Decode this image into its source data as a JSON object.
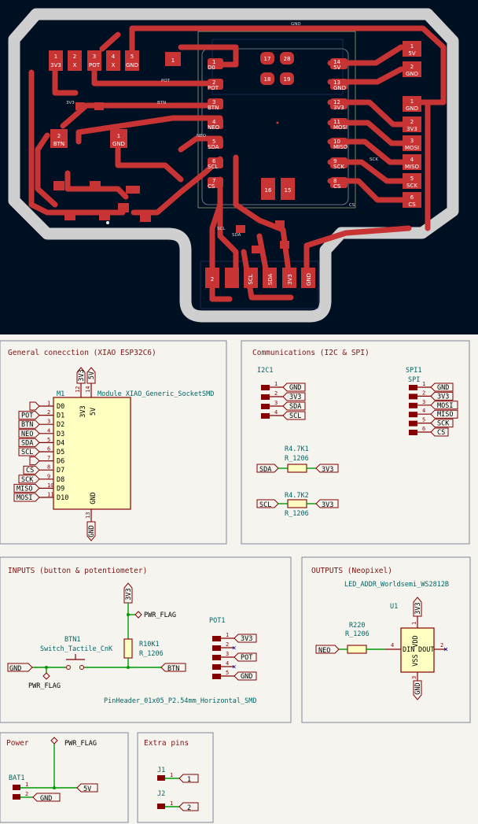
{
  "pcb": {
    "colors": {
      "background": "#001023",
      "edge": "#d0d0d0",
      "trace": "#c83434",
      "silk": "#f0f0f0"
    },
    "left_header": [
      "3V3",
      "X",
      "POT",
      "X",
      "GND"
    ],
    "left_header_nums": [
      "1",
      "2",
      "3",
      "4",
      "5"
    ],
    "single_pad": "1",
    "xiao_left": [
      "D0",
      "POT",
      "BTN",
      "NEO",
      "SDA",
      "SCL",
      "CS"
    ],
    "xiao_left_nums": [
      "1",
      "2",
      "3",
      "4",
      "5",
      "6",
      "7"
    ],
    "xiao_right": [
      "5V",
      "GND",
      "3V3",
      "MOSI",
      "MISO",
      "SCK",
      "CS"
    ],
    "xiao_right_nums": [
      "14",
      "13",
      "12",
      "11",
      "10",
      "9",
      "8"
    ],
    "xiao_center": [
      "17",
      "28",
      "18",
      "19"
    ],
    "xiao_bottom": [
      "16",
      "15"
    ],
    "power_header": [
      "5V",
      "GND"
    ],
    "spi_header": [
      "GND",
      "3V3",
      "MOSI",
      "MISO",
      "SCK",
      "CS"
    ],
    "btn_pads": [
      "BTN",
      "GND"
    ],
    "i2c_header": [
      "2",
      "SCL",
      "SDA",
      "3V3",
      "GND"
    ],
    "small_labels": [
      "GND",
      "POT",
      "3V3",
      "BTN",
      "NEO",
      "SDA",
      "SCL",
      "CS",
      "SCK"
    ]
  },
  "sheet": {
    "general": {
      "title": "General conecction (XIAO ESP32C6)",
      "ref": "M1",
      "value": "Module_XIAO_Generic_SocketSMD",
      "pins": [
        "D0",
        "D1",
        "D2",
        "D3",
        "D4",
        "D5",
        "D6",
        "D7",
        "D8",
        "D9",
        "D10"
      ],
      "pin_nums": [
        "1",
        "2",
        "3",
        "4",
        "5",
        "6",
        "7",
        "8",
        "9",
        "10",
        "11"
      ],
      "labels": [
        "",
        "POT",
        "BTN",
        "NEO",
        "SDA",
        "SCL",
        "",
        "CS",
        "SCK",
        "MISO",
        "MOSI"
      ],
      "top_pins": [
        "3V3",
        "5V"
      ],
      "top_nums": [
        "12",
        "14"
      ],
      "gnd_pin": "GND",
      "gnd_num": "13",
      "gnd_label": "GND"
    },
    "comms": {
      "title": "Communications (I2C & SPI)",
      "i2c_ref": "I2C1",
      "i2c_pins": [
        "GND",
        "3V3",
        "SDA",
        "SCL"
      ],
      "spi_ref": "SPI1",
      "spi_name": "SPI",
      "spi_pins": [
        "GND",
        "3V3",
        "MOSI",
        "MISO",
        "SCK",
        "CS"
      ],
      "r1_ref": "R4.7K1",
      "r1_val": "R_1206",
      "r1_left": "SDA",
      "r1_right": "3V3",
      "r2_ref": "R4.7K2",
      "r2_val": "R_1206",
      "r2_left": "SCL",
      "r2_right": "3V3"
    },
    "inputs": {
      "title": "INPUTS (button & potentiometer)",
      "btn_ref": "BTN1",
      "btn_val": "Switch_Tactile_CnK",
      "pwr_flag": "PWR_FLAG",
      "r_ref": "R10K1",
      "r_val": "R_1206",
      "vcc": "3V3",
      "gnd": "GND",
      "btn": "BTN",
      "pot_ref": "POT1",
      "pot_pins": [
        "3V3",
        "",
        "POT",
        "",
        "GND"
      ],
      "pot_val": "PinHeader_01x05_P2.54mm_Horizontal_SMD"
    },
    "outputs": {
      "title": "OUTPUTS (Neopixel)",
      "led_val": "LED_ADDR_Worldsemi_WS2812B",
      "led_ref": "U1",
      "r_ref": "R220",
      "r_val": "R_1206",
      "neo": "NEO",
      "vdd": "3V3",
      "gnd": "GND",
      "din": "DIN",
      "dout": "DOUT",
      "vdd_pin": "VDD",
      "vss_pin": "VSS",
      "num_din": "4",
      "num_dout": "2",
      "num_vdd": "1",
      "num_vss": "3"
    },
    "power": {
      "title": "Power",
      "pwr_flag": "PWR_FLAG",
      "bat_ref": "BAT1",
      "v5": "5V",
      "gnd": "GND"
    },
    "extra": {
      "title": "Extra pins",
      "j1": "J1",
      "j2": "J2",
      "l1": "1",
      "l2": "2"
    }
  }
}
